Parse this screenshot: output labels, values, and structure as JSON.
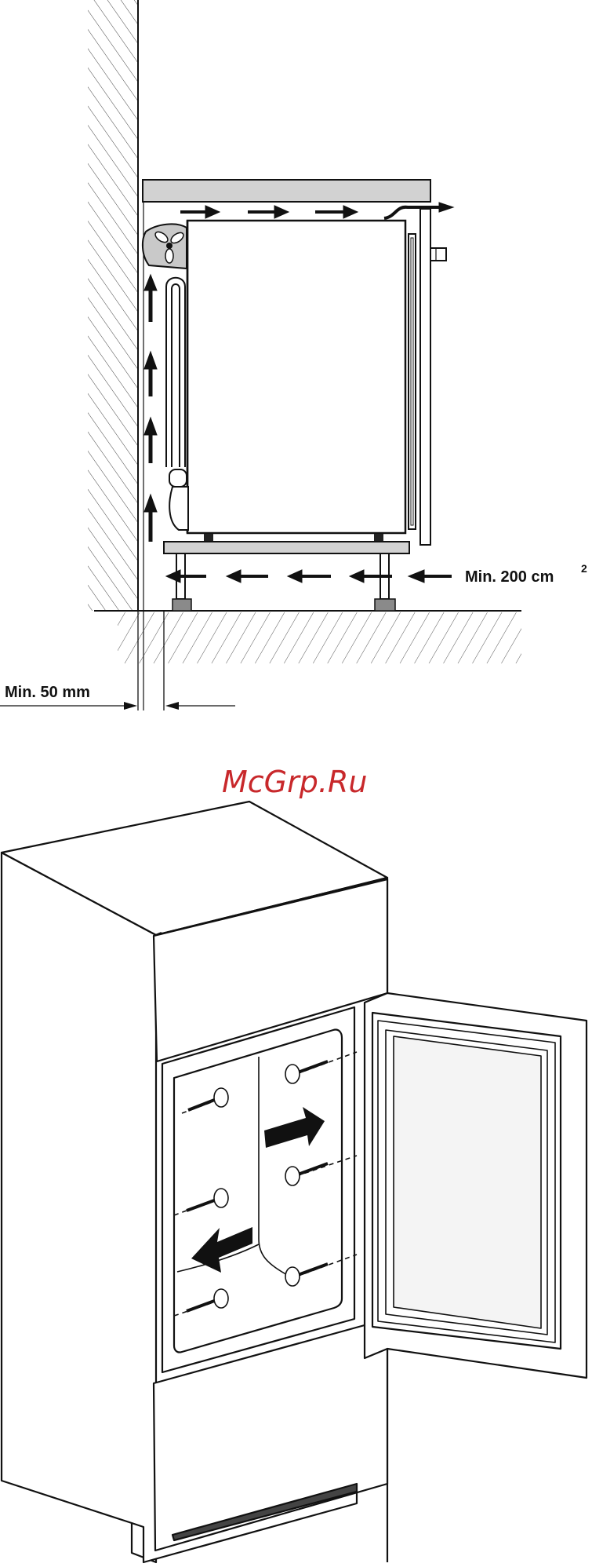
{
  "figure_top": {
    "label_airflow": "Min. 200 cm",
    "label_airflow_sup": "2",
    "label_gap": "Min. 50 mm"
  },
  "watermark": "McGrp.Ru"
}
